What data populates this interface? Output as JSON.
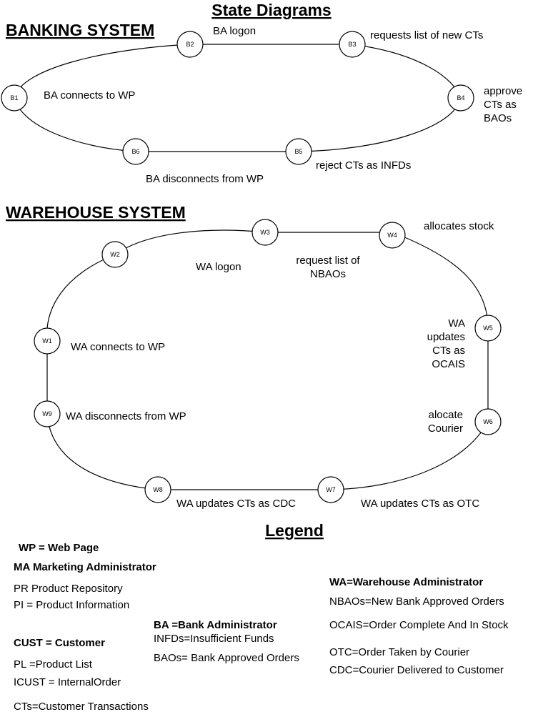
{
  "title": "State Diagrams",
  "banking": {
    "heading": "BANKING SYSTEM",
    "nodes": {
      "b1": "B1",
      "b2": "B2",
      "b3": "B3",
      "b4": "B4",
      "b5": "B5",
      "b6": "B6"
    },
    "labels": {
      "logon": "BA logon",
      "requests": "requests list of new CTs",
      "approve": [
        "approve",
        "CTs as",
        "BAOs"
      ],
      "reject": "reject CTs as INFDs",
      "disconnects": "BA disconnects from WP",
      "connects": "BA connects to WP"
    }
  },
  "warehouse": {
    "heading": "WAREHOUSE  SYSTEM",
    "nodes": {
      "w1": "W1",
      "w2": "W2",
      "w3": "W3",
      "w4": "W4",
      "w5": "W5",
      "w6": "W6",
      "w7": "W7",
      "w8": "W8",
      "w9": "W9"
    },
    "labels": {
      "logon": "WA logon",
      "request": [
        "request list of",
        "NBAOs"
      ],
      "allocates": "allocates stock",
      "updates": [
        "WA",
        "updates",
        "CTs as",
        "OCAIS"
      ],
      "courier": [
        "alocate",
        "Courier"
      ],
      "otc": "WA updates CTs as OTC",
      "cdc": "WA updates CTs as CDC",
      "connects": "WA connects to WP",
      "disconnects": "WA disconnects from WP"
    }
  },
  "legend": {
    "heading": "Legend",
    "wp": "WP   = Web Page",
    "ma": "MA Marketing Administrator",
    "pr": "PR Product Repository",
    "pi": "PI = Product Information",
    "cust": "CUST = Customer",
    "pl": "PL =Product List",
    "icust": "ICUST = InternalOrder",
    "cts": "CTs=Customer Transactions",
    "ba": "BA =Bank Administrator",
    "infds": "INFDs=Insufficient Funds",
    "baos": "BAOs= Bank Approved Orders",
    "wa": "WA=Warehouse Administrator",
    "nbaos": "NBAOs=New Bank Approved Orders",
    "ocais": "OCAIS=Order Complete And In Stock",
    "otc": "OTC=Order Taken by Courier",
    "cdc": "CDC=Courier Delivered to Customer"
  }
}
